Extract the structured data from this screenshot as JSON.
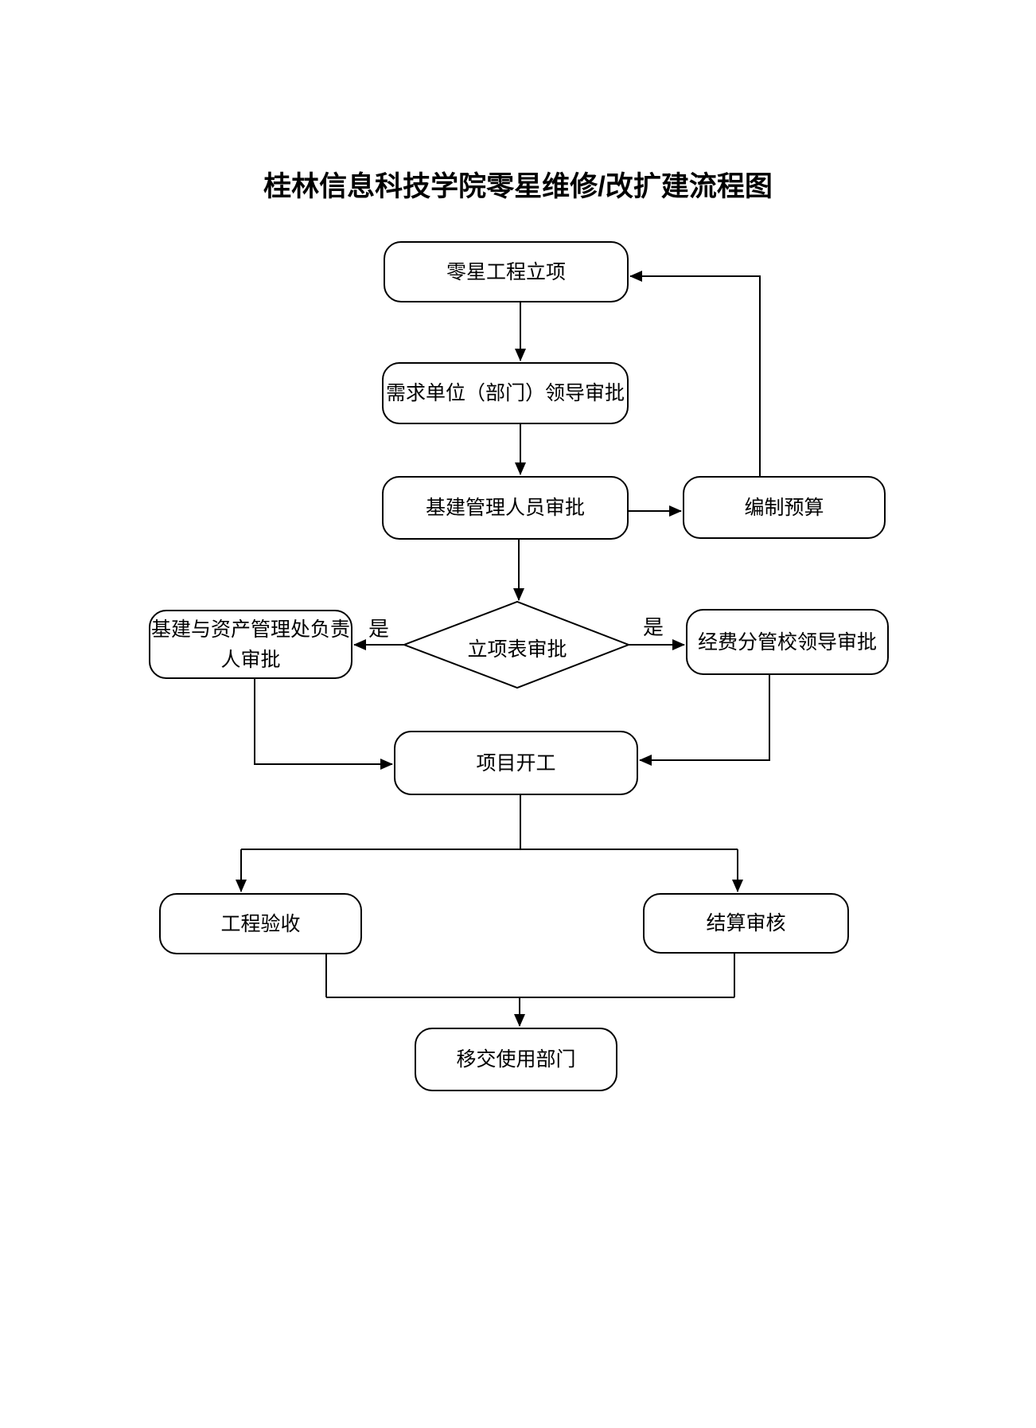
{
  "page_title": "桂林信息科技学院零星维修/改扩建流程图",
  "flowchart": {
    "nodes": {
      "project_initiation": {
        "label": "零星工程立项",
        "shape": "rounded-rect"
      },
      "dept_leader_approval": {
        "label": "需求单位（部门）领导审批",
        "shape": "rounded-rect"
      },
      "construction_staff_approval": {
        "label": "基建管理人员审批",
        "shape": "rounded-rect"
      },
      "budget_preparation": {
        "label": "编制预算",
        "shape": "rounded-rect"
      },
      "initiation_form_review": {
        "label": "立项表审批",
        "shape": "diamond"
      },
      "asset_office_head_approval": {
        "label": "基建与资产管理处负责人审批",
        "shape": "rounded-rect"
      },
      "funding_leader_approval": {
        "label": "经费分管校领导审批",
        "shape": "rounded-rect"
      },
      "project_start": {
        "label": "项目开工",
        "shape": "rounded-rect"
      },
      "project_acceptance": {
        "label": "工程验收",
        "shape": "rounded-rect"
      },
      "settlement_review": {
        "label": "结算审核",
        "shape": "rounded-rect"
      },
      "handover_to_user_dept": {
        "label": "移交使用部门",
        "shape": "rounded-rect"
      }
    },
    "edge_labels": {
      "left_yes": "是",
      "right_yes": "是"
    },
    "colors": {
      "background": "#ffffff",
      "node_fill": "#ffffff",
      "node_border": "#000000",
      "line": "#000000",
      "text": "#000000"
    }
  }
}
